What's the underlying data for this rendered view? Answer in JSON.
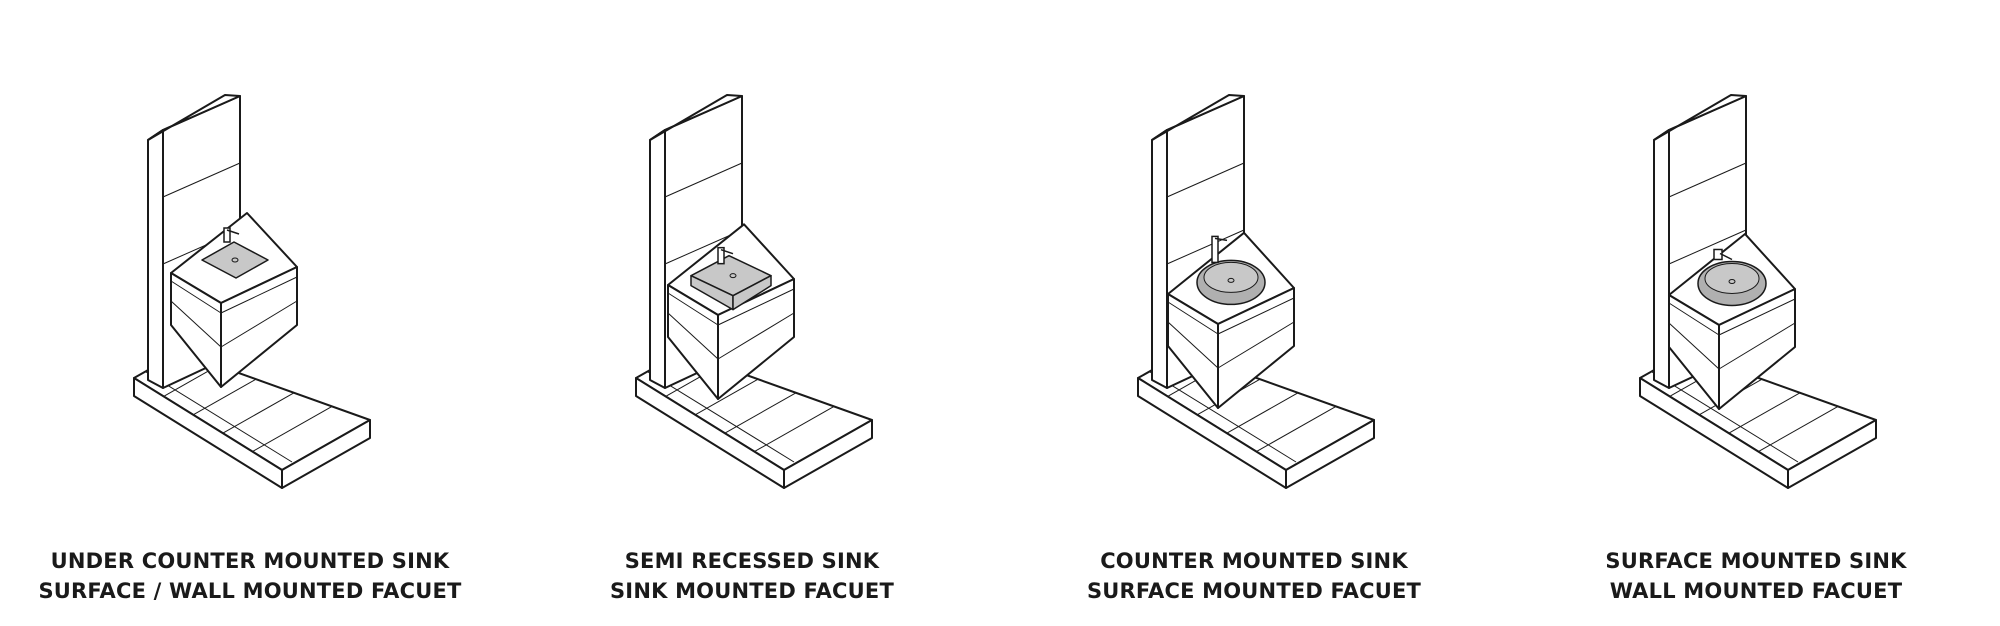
{
  "colors": {
    "stroke": "#1a1a1a",
    "fill_white": "#ffffff",
    "sink_gray": "#c8c8c8",
    "basin_gray": "#b0b0b0"
  },
  "panels": [
    {
      "sink_type": "UNDER COUNTER MOUNTED SINK",
      "faucet_type": "SURFACE / WALL MOUNTED FACUET",
      "sink_icon": "undercounter-sink-icon",
      "faucet_icon": "deck-faucet-icon"
    },
    {
      "sink_type": "SEMI RECESSED SINK",
      "faucet_type": "SINK MOUNTED FACUET",
      "sink_icon": "semi-recessed-sink-icon",
      "faucet_icon": "sink-faucet-icon"
    },
    {
      "sink_type": "COUNTER MOUNTED SINK",
      "faucet_type": "SURFACE MOUNTED FACUET",
      "sink_icon": "vessel-sink-icon",
      "faucet_icon": "tall-faucet-icon"
    },
    {
      "sink_type": "SURFACE MOUNTED SINK",
      "faucet_type": "WALL MOUNTED FACUET",
      "sink_icon": "vessel-sink-icon",
      "faucet_icon": "wall-faucet-icon"
    }
  ]
}
